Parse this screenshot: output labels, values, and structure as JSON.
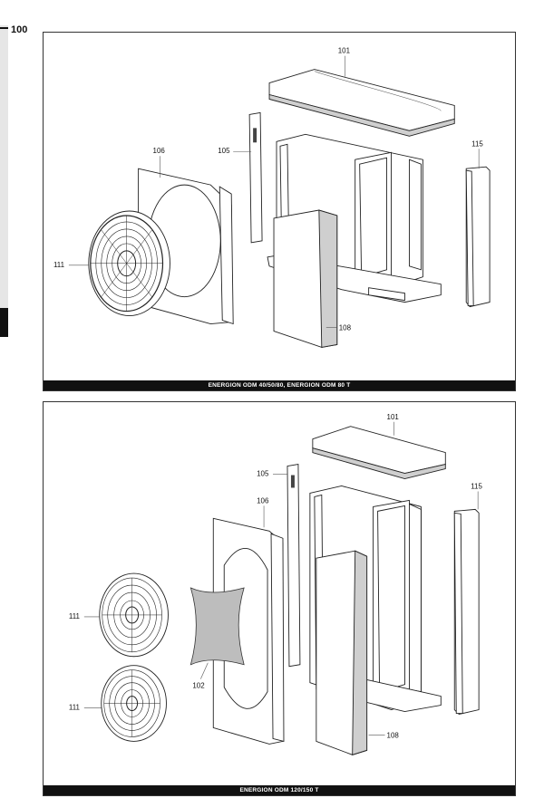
{
  "page": {
    "number": "100"
  },
  "panels": [
    {
      "caption": "ENERGION ODM 40/50/80, ENERGION ODM 80 T",
      "callouts": {
        "c101": "101",
        "c105": "105",
        "c106": "106",
        "c115": "115",
        "c111": "111",
        "c108": "108"
      }
    },
    {
      "caption": "ENERGION ODM 120/150 T",
      "callouts": {
        "c101": "101",
        "c105": "105",
        "c106": "106",
        "c115": "115",
        "c111a": "111",
        "c111b": "111",
        "c102": "102",
        "c108": "108"
      }
    }
  ]
}
